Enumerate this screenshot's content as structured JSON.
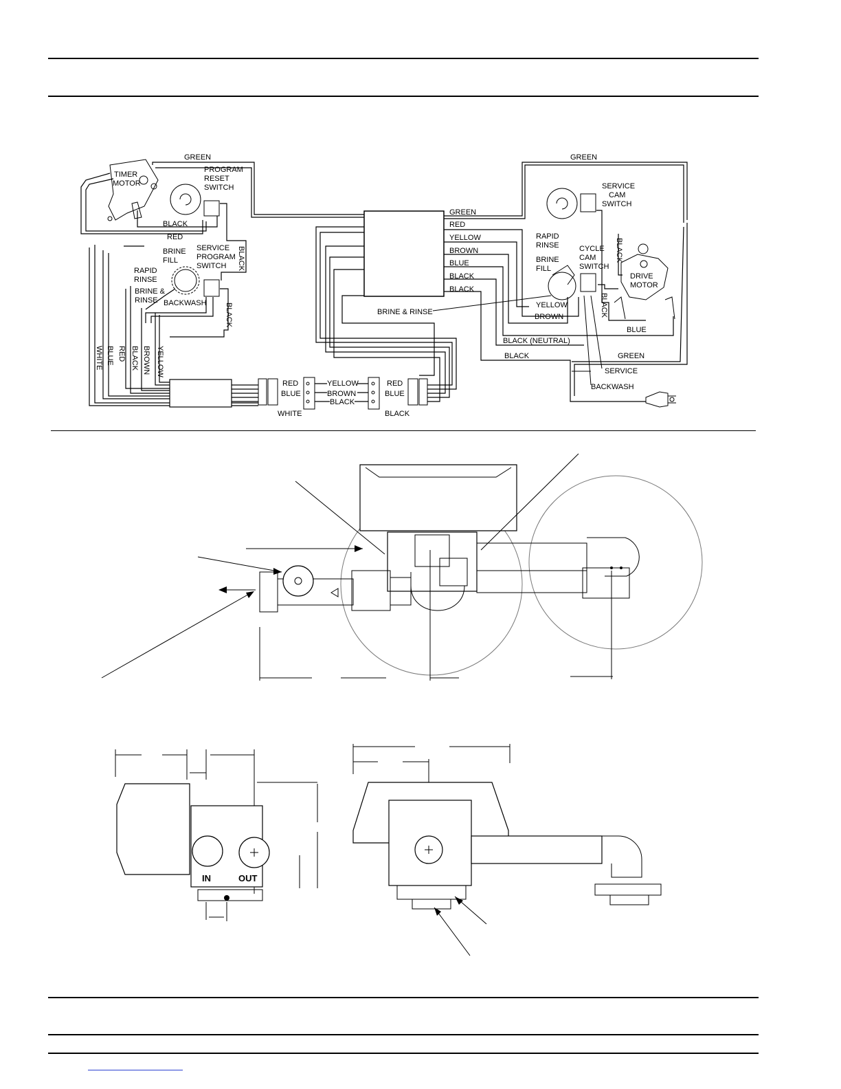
{
  "wiring": {
    "green_top_left": "GREEN",
    "timer_motor": [
      "TIMER",
      "MOTOR"
    ],
    "program_reset_switch": [
      "PROGRAM",
      "RESET",
      "SWITCH"
    ],
    "black_1": "BLACK",
    "red_1": "RED",
    "service_program_switch": [
      "SERVICE",
      "PROGRAM",
      "SWITCH"
    ],
    "brine_fill_left": [
      "BRINE",
      "FILL"
    ],
    "rapid_rinse_left": [
      "RAPID",
      "RINSE"
    ],
    "brine_rinse_left": [
      "BRINE &",
      "RINSE"
    ],
    "backwash_left": "BACKWASH",
    "black_vertical_1": "BLACK",
    "black_vertical_2": "BLACK",
    "bundle_labels": [
      "WHITE",
      "BLUE",
      "RED",
      "BLACK",
      "BROWN",
      "YELLOW"
    ],
    "box_wires": [
      "GREEN",
      "RED",
      "YELLOW",
      "BROWN",
      "BLUE",
      "BLACK",
      "BLACK"
    ],
    "brine_and_rinse": "BRINE & RINSE",
    "connector_left": [
      "RED",
      "BLUE",
      "WHITE"
    ],
    "connector_mid": [
      "YELLOW",
      "BROWN",
      "BLACK"
    ],
    "connector_right": [
      "RED",
      "BLUE",
      "BLACK"
    ],
    "green_top_right": "GREEN",
    "service_cam_switch": [
      "SERVICE",
      "CAM",
      "SWITCH"
    ],
    "rapid_rinse_right": [
      "RAPID",
      "RINSE"
    ],
    "brine_fill_right": [
      "BRINE",
      "FILL"
    ],
    "cycle_cam_switch": [
      "CYCLE",
      "CAM",
      "SWITCH"
    ],
    "drive_motor": [
      "DRIVE",
      "MOTOR"
    ],
    "black_vertical_3": "BLACK",
    "black_vertical_4": "BLACK",
    "yellow_right": "YELLOW",
    "brown_right": "BROWN",
    "blue_right": "BLUE",
    "black_neutral": "BLACK (NEUTRAL)",
    "black_bottom": "BLACK",
    "green_bottom": "GREEN",
    "service": "SERVICE",
    "backwash_right": "BACKWASH"
  },
  "valve_views": {
    "in_label": "IN",
    "out_label": "OUT"
  }
}
